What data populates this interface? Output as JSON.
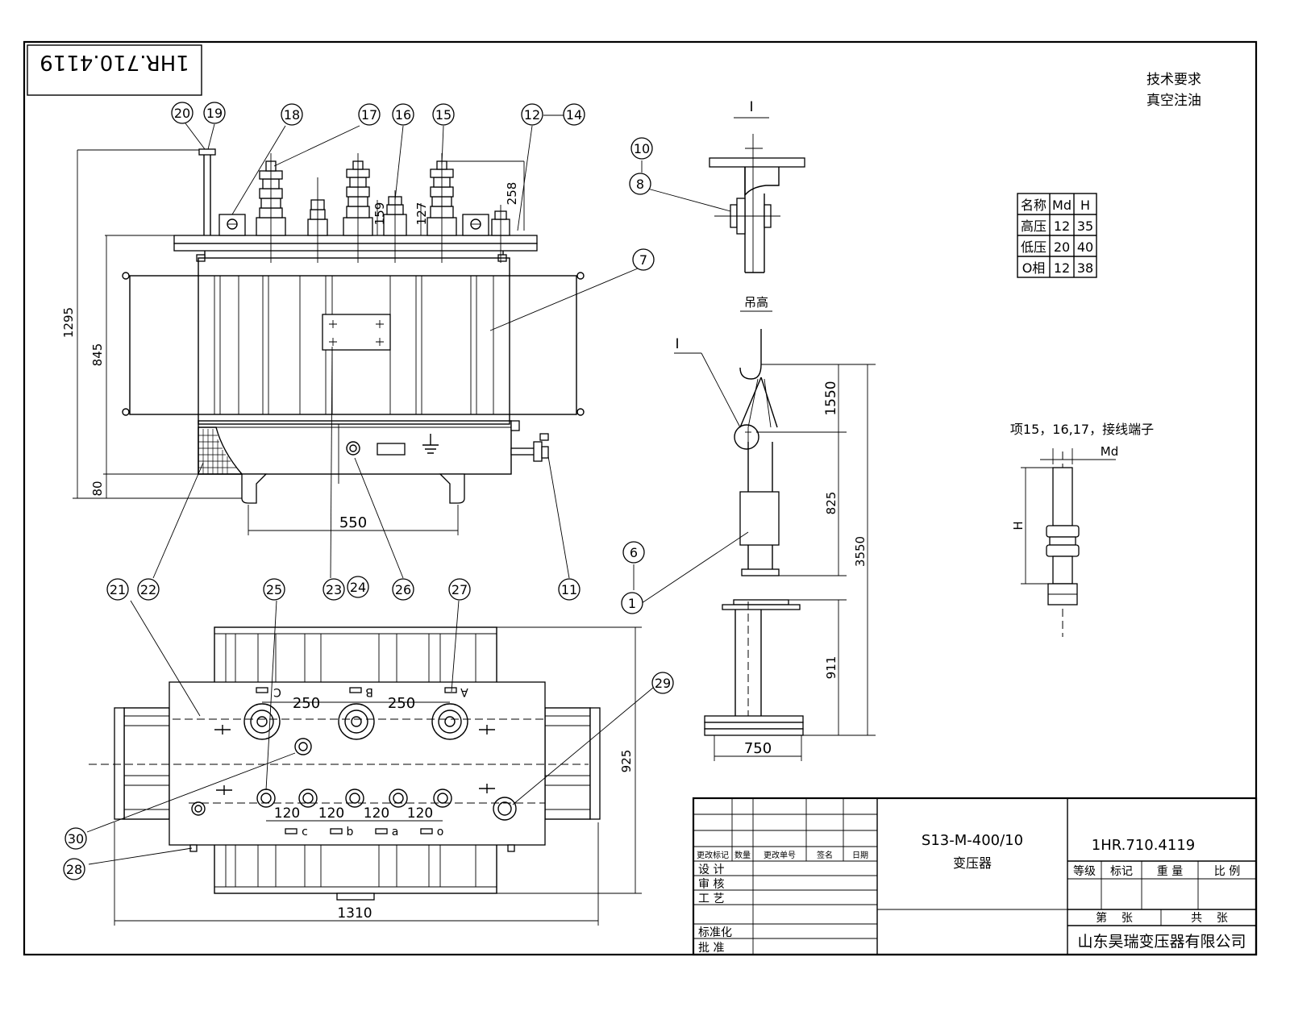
{
  "drawing": {
    "code_stamp": "1HR.710.4119",
    "tech_req": {
      "title": "技术要求",
      "item": "真空注油"
    }
  },
  "callouts": [
    "1",
    "6",
    "7",
    "8",
    "10",
    "11",
    "12",
    "14",
    "15",
    "16",
    "17",
    "18",
    "19",
    "20",
    "21",
    "22",
    "23",
    "24",
    "25",
    "26",
    "27",
    "28",
    "29",
    "30"
  ],
  "dims": {
    "total_height": "1295",
    "tank_height": "845",
    "base_height": "80",
    "h159": "159",
    "h127": "127",
    "h258": "258",
    "wheel_span": "550",
    "phase_spacing_1": "250",
    "phase_spacing_2": "250",
    "lv_spacing": [
      "120",
      "120",
      "120",
      "120"
    ],
    "plan_length": "1310",
    "plan_width": "925",
    "lift_1550": "1550",
    "lift_825": "825",
    "lift_3550": "3550",
    "lift_911": "911",
    "lift_750": "750"
  },
  "phase_labels": {
    "hv": [
      "C",
      "B",
      "A"
    ],
    "lv": [
      "c",
      "b",
      "a",
      "o"
    ]
  },
  "detail_labels": {
    "section_i": "I",
    "lift_height": "吊高",
    "leader_i": "I"
  },
  "terminal_detail": {
    "title": "项15，16,17，接线端子",
    "dia": "Md",
    "height": "H"
  },
  "terminal_table": {
    "headers": [
      "名称",
      "Md",
      "H"
    ],
    "rows": [
      [
        "高压",
        "12",
        "35"
      ],
      [
        "低压",
        "20",
        "40"
      ],
      [
        "O相",
        "12",
        "38"
      ]
    ]
  },
  "title_block": {
    "model": "S13-M-400/10",
    "name": "变压器",
    "drawing_no": "1HR.710.4119",
    "rev_headers": [
      "更改标记",
      "数量",
      "更改单号",
      "签名",
      "日期"
    ],
    "roles": [
      "设 计",
      "审 核",
      "工 艺",
      "",
      "标准化",
      "批 准"
    ],
    "grade_headers": [
      "等级",
      "标记",
      "重 量",
      "比 例"
    ],
    "sheet_no": "第    张",
    "sheet_total": "共    张",
    "company": "山东昊瑞变压器有限公司"
  }
}
